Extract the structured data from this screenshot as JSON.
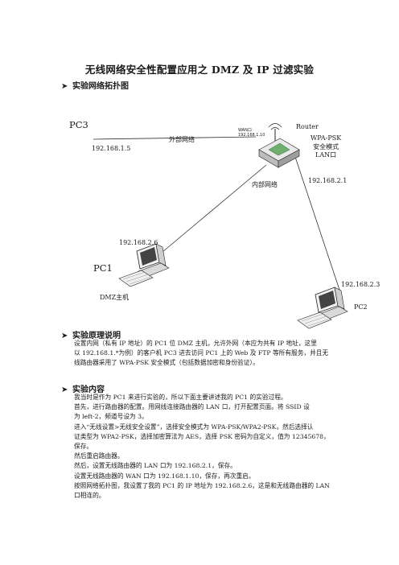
{
  "doc": {
    "title": "无线网络安全性配置应用之 DMZ 及 IP 过滤实验",
    "sections": {
      "topology": "实验网络拓扑图",
      "principle": "实验原理说明",
      "content": "实验内容"
    }
  },
  "diagram": {
    "pc3_label": "PC3",
    "pc3_ip": "192.168.1.5",
    "external_net": "外部网络",
    "router_label": "Router",
    "wan_line1": "WAN口",
    "wan_line2": "192.168.1.10",
    "wpa_line1": "WPA-PSK",
    "wpa_line2": "安全模式",
    "wpa_line3": "LAN口",
    "internal_net": "内部网络",
    "lan_ip": "192.168.2.1",
    "pc1_ip": "192.168.2.6",
    "pc1_label": "PC1",
    "dmz_label": "DMZ主机",
    "pc2_ip": "192.168.2.3",
    "pc2_label": "PC2"
  },
  "principle_lines": [
    "设置内网（私有 IP 地址）的 PC1 位 DMZ 主机，允许外网（本应为共有 IP 地址，这里",
    "以 192.168.1.*为例）的客户机 PC3 进去访问 PC1 上的 Web 及 FTP 等所有服务，并且无",
    "线路由器采用了 WPA-PSK 安全模式（包括数据加密和身份验证）。"
  ],
  "content_lines": [
    "我当时是作为 PC1 来进行实验的，所以下面主要讲述我的 PC1 的实验过程。",
    "首先，进行路由器的配置。用网线连接路由器的 LAN 口，打开配置页面。将 SSID 设",
    "为 left-2，频道号设为 3。",
    "进入“无线设置>无线安全设置”，选择安全模式为 WPA-PSK/WPA2-PSK，然后选择认",
    "证类型为 WPA2-PSK，选择加密算法为 AES，选择 PSK 密码为自定义，值为 12345678，",
    "保存。",
    "然后重启路由器。",
    "然后，设置无线路由器的 LAN 口为 192.168.2.1，保存。",
    "设置无线路由器的 WAN 口为 192.168.1.10，保存，再次重启。",
    "按照网络拓扑图，我设置了我的 PC1 的 IP 地址为 192.168.2.6，这是和无线路由器的 LAN",
    "口相连的。"
  ]
}
